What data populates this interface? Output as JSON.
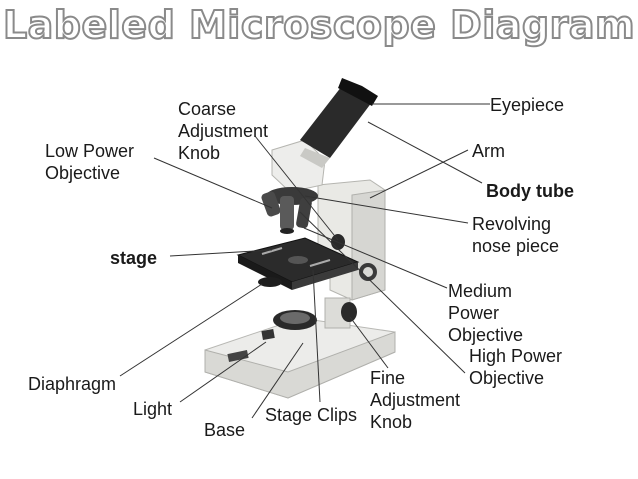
{
  "title": "Labeled Microscope Diagram",
  "labels": {
    "eyepiece": "Eyepiece",
    "coarse_adjustment_knob": "Coarse\nAdjustment\nKnob",
    "low_power_objective": "Low Power\nObjective",
    "arm": "Arm",
    "body_tube": "Body tube",
    "revolving_nose_piece": "Revolving\nnose piece",
    "stage": "stage",
    "medium_power_objective": "Medium\nPower\nObjective",
    "high_power_objective": "High Power\nObjective",
    "diaphragm": "Diaphragm",
    "light": "Light",
    "base": "Base",
    "stage_clips": "Stage Clips",
    "fine_adjustment_knob": "Fine\nAdjustment\nKnob"
  },
  "colors": {
    "title_outline": "#8a8a8a",
    "label_text": "#1a1a1a",
    "leader_line": "#333333",
    "microscope_body": "#e8e8e4",
    "microscope_dark": "#2a2a2a"
  }
}
